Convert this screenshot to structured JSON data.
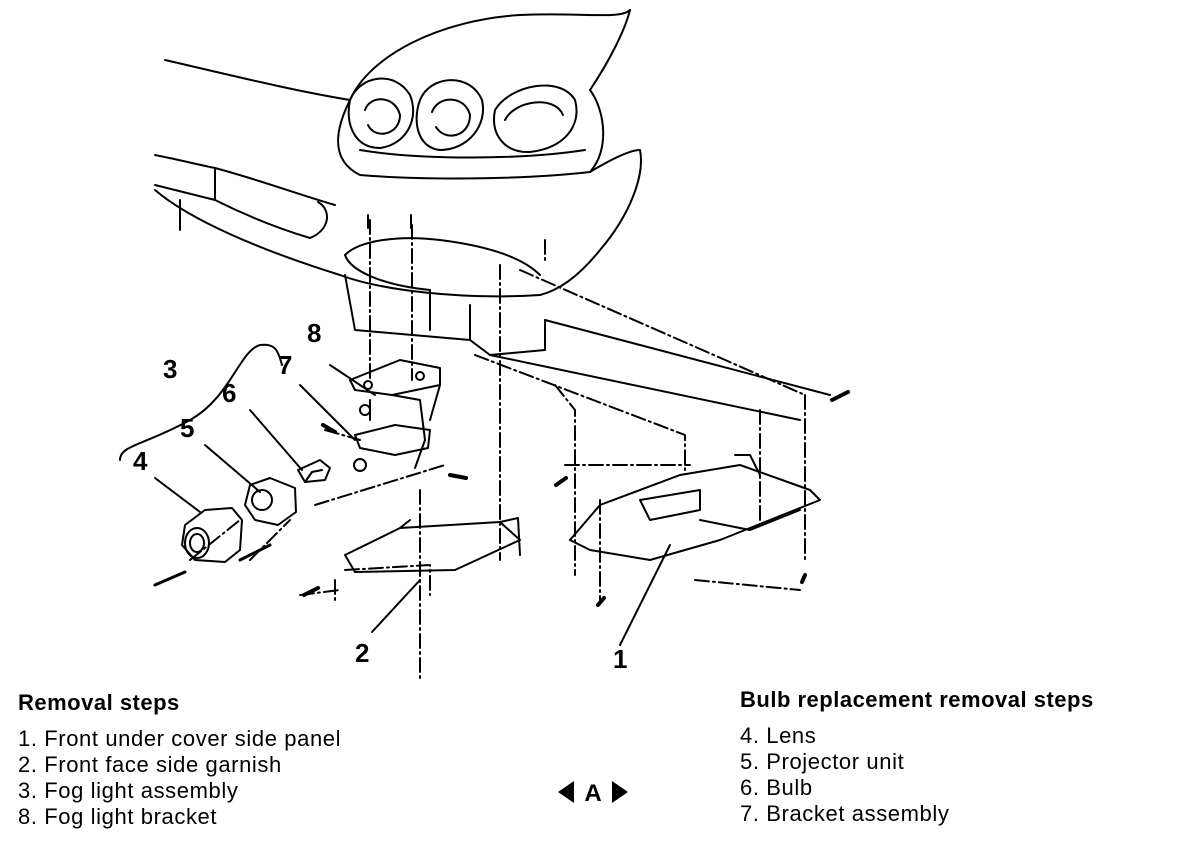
{
  "callouts": [
    "1",
    "2",
    "3",
    "4",
    "5",
    "6",
    "7",
    "8"
  ],
  "removal": {
    "title": "Removal steps",
    "steps": [
      "1. Front under cover side panel",
      "2. Front face side garnish",
      "3. Fog light assembly",
      "8. Fog light bracket"
    ]
  },
  "bulb": {
    "title": "Bulb replacement removal steps",
    "steps": [
      "4. Lens",
      "5. Projector unit",
      "6. Bulb",
      "7. Bracket assembly"
    ]
  },
  "marker": {
    "label": "A"
  }
}
